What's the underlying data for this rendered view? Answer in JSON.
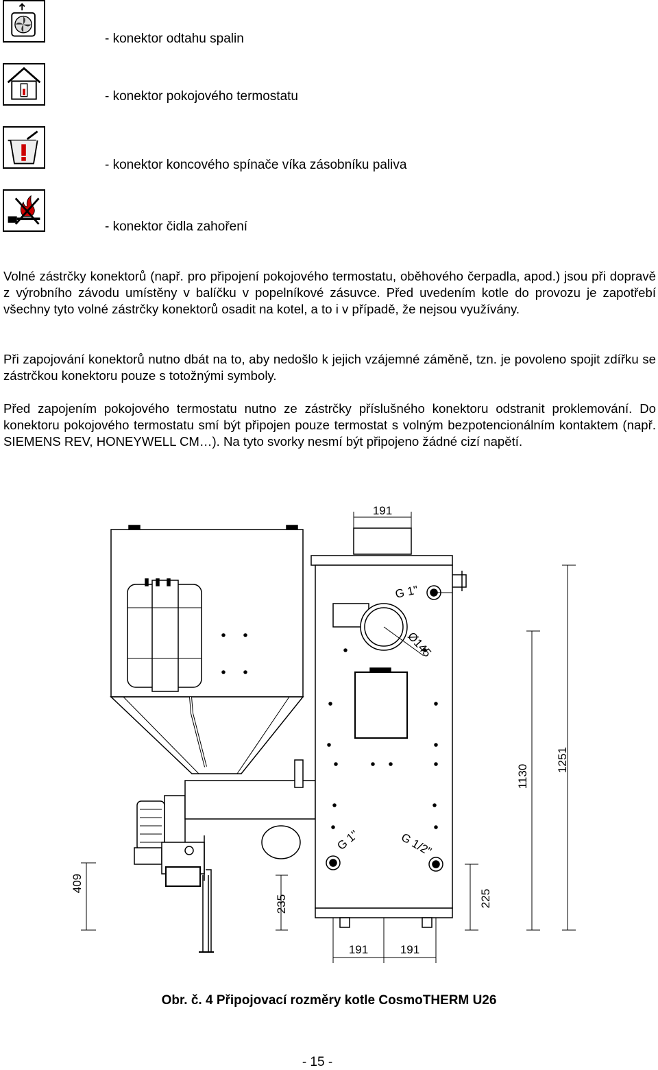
{
  "connectors": [
    {
      "icon": "flue-fan-icon",
      "label": "- konektor odtahu spalin"
    },
    {
      "icon": "room-thermostat-icon",
      "label": "- konektor pokojového termostatu"
    },
    {
      "icon": "hopper-lid-switch-icon",
      "label": "- konektor koncového spínače víka zásobníku paliva"
    },
    {
      "icon": "burn-back-sensor-icon",
      "label": "- konektor čidla zahoření"
    }
  ],
  "paragraphs": [
    "Volné zástrčky konektorů (např. pro připojení pokojového termostatu, oběhového čerpadla, apod.) jsou při dopravě z výrobního závodu umístěny v balíčku v popelníkové zásuvce. Před uvedením kotle do provozu je zapotřebí všechny tyto volné zástrčky konektorů osadit na kotel, a to i v případě, že nejsou využívány.",
    "Při zapojování konektorů nutno dbát na to, aby nedošlo k jejich vzájemné záměně, tzn. je povoleno spojit zdířku se zástrčkou konektoru pouze s totožnými symboly.",
    "Před zapojením pokojového termostatu nutno ze zástrčky příslušného konektoru odstranit proklemování. Do konektoru pokojového termostatu smí být připojen pouze termostat s volným bezpotencionálním kontaktem (např. SIEMENS REV, HONEYWELL CM…). Na tyto svorky nesmí být připojeno žádné cizí napětí."
  ],
  "figure": {
    "dim_top": "191",
    "label_g1_top": "G 1\"",
    "label_diameter": "Ø145",
    "label_g1_bottom": "G 1\"",
    "label_g12": "G 1/2\"",
    "dim_409": "409",
    "dim_235": "235",
    "dim_225": "225",
    "dim_1130": "1130",
    "dim_1251": "1251",
    "dim_bottom_left": "191",
    "dim_bottom_right": "191"
  },
  "caption": "Obr. č. 4 Připojovací rozměry kotle CosmoTHERM U26",
  "page_number": "- 15 -"
}
